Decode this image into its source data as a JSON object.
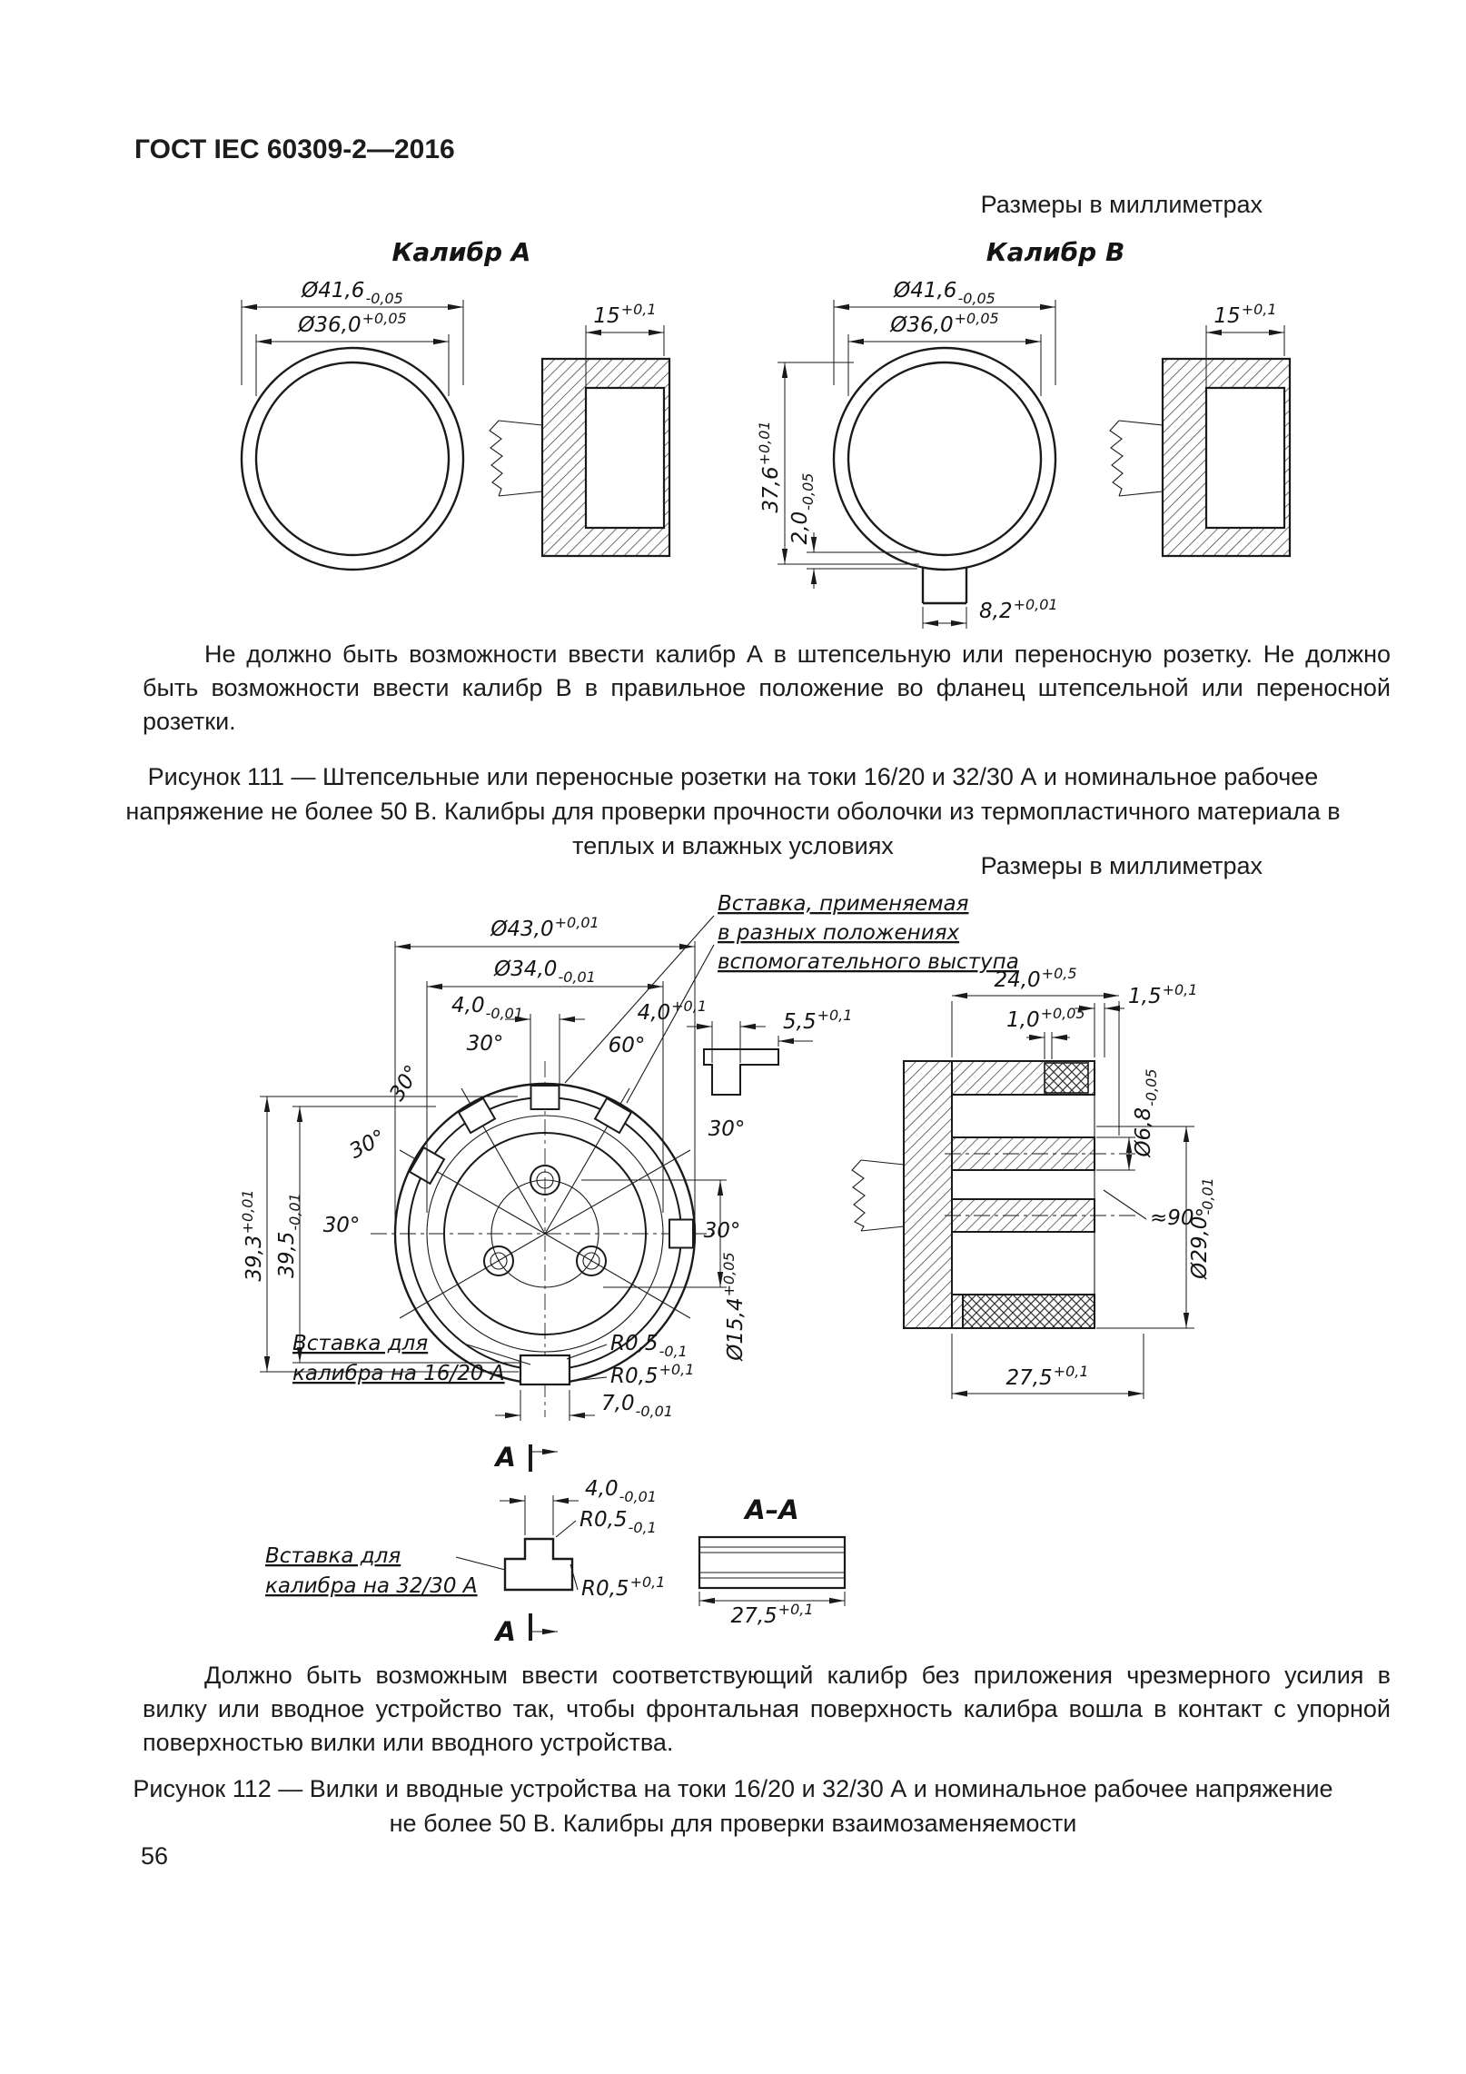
{
  "page": {
    "header": "ГОСТ IEC 60309-2—2016",
    "units_note": "Размеры в миллиметрах",
    "page_number": "56"
  },
  "fig111": {
    "gauge_a": "Калибр А",
    "gauge_b": "Калибр В",
    "dims": {
      "d416": {
        "v": "Ø41,6",
        "t": "-0,05"
      },
      "d360": {
        "v": "Ø36,0",
        "t": "+0,05"
      },
      "d15": {
        "v": "15",
        "t": "+0,1"
      },
      "d376": {
        "v": "37,6",
        "t": "+0,01"
      },
      "d20": {
        "v": "2,0",
        "t": "-0,05"
      },
      "d82": {
        "v": "8,2",
        "t": "+0,01"
      }
    },
    "paragraph": "Не должно быть возможности ввести калибр А в штепсельную или переносную розетку. Не должно быть возможности ввести калибр В в правильное положение во фланец штепсельной или переносной розетки.",
    "caption": "Рисунок 111 — Штепсельные или переносные розетки на токи 16/20 и 32/30 А и номинальное рабочее напряжение не более 50 В. Калибры для проверки прочности оболочки из термопластичного материала в теплых и влажных условиях"
  },
  "fig112": {
    "note_insert": [
      "Вставка, применяемая",
      "в разных положениях",
      "вспомогательного выступа"
    ],
    "label_16_20": [
      "Вставка для",
      "калибра на 16/20 А"
    ],
    "label_32_30": [
      "Вставка для",
      "калибра на 32/30 А"
    ],
    "marker_a": "А",
    "section_aa": "А–А",
    "dims": {
      "d430": {
        "v": "Ø43,0",
        "t": "+0,01"
      },
      "d340": {
        "v": "Ø34,0",
        "t": "-0,01"
      },
      "d40m": {
        "v": "4,0",
        "t": "-0,01"
      },
      "d40p": {
        "v": "4,0",
        "t": "+0,1"
      },
      "d55": {
        "v": "5,5",
        "t": "+0,1"
      },
      "a30": "30°",
      "a60": "60°",
      "d393": {
        "v": "39,3",
        "t": "+0,01"
      },
      "d395": {
        "v": "39,5",
        "t": "-0,01"
      },
      "d240": {
        "v": "24,0",
        "t": "+0,5"
      },
      "d15t": {
        "v": "1,5",
        "t": "+0,1"
      },
      "d10": {
        "v": "1,0",
        "t": "+0,05"
      },
      "d68": {
        "v": "Ø6,8",
        "t": "-0,05"
      },
      "a90": "≈90°",
      "d290": {
        "v": "Ø29,0",
        "t": "-0,01"
      },
      "d275": {
        "v": "27,5",
        "t": "+0,1"
      },
      "d154": {
        "v": "Ø15,4",
        "t": "+0,05"
      },
      "r05m": {
        "v": "R0,5",
        "t": "-0,1"
      },
      "r05p": {
        "v": "R0,5",
        "t": "+0,1"
      },
      "d70": {
        "v": "7,0",
        "t": "-0,01"
      }
    },
    "paragraph": "Должно быть возможным ввести соответствующий калибр без приложения чрезмерного усилия в вилку или вводное устройство так, чтобы фронтальная поверхность калибра вошла в контакт с упорной поверхностью вилки или вводного устройства.",
    "caption": "Рисунок 112 — Вилки и вводные устройства на токи 16/20 и 32/30 А и номинальное рабочее напряжение не более 50 В. Калибры для проверки взаимозаменяемости"
  }
}
